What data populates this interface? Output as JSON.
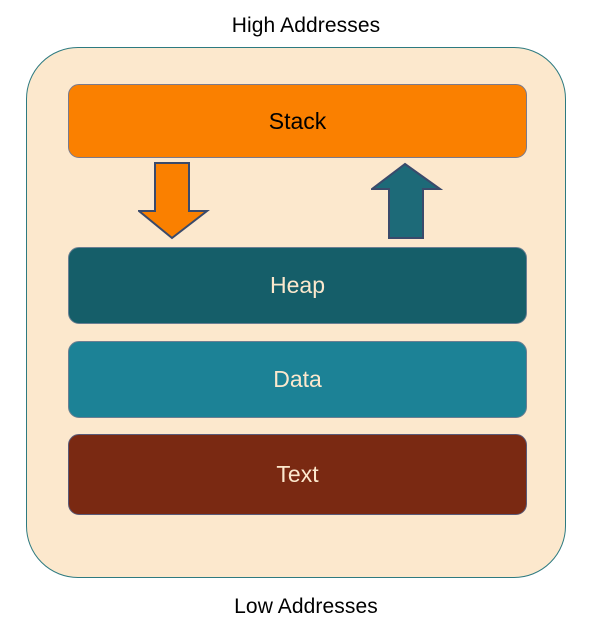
{
  "diagram": {
    "title_top": "High Addresses",
    "title_bottom": "Low Addresses",
    "segments": [
      {
        "id": "stack",
        "label": "Stack",
        "fill": "#fa8000",
        "text_color": "#000000"
      },
      {
        "id": "heap",
        "label": "Heap",
        "fill": "#155e69",
        "text_color": "#fce8cd"
      },
      {
        "id": "data",
        "label": "Data",
        "fill": "#1c8296",
        "text_color": "#fce8cd"
      },
      {
        "id": "text",
        "label": "Text",
        "fill": "#7a2912",
        "text_color": "#fce8cd"
      }
    ],
    "arrows": [
      {
        "id": "stack-grows-down",
        "direction": "down",
        "color": "#fa8000",
        "stroke": "#3a4a6b"
      },
      {
        "id": "heap-grows-up",
        "direction": "up",
        "color": "#1d6a78",
        "stroke": "#3a4a6b"
      }
    ],
    "container": {
      "fill": "#fce8cd",
      "border_color": "#2d7a80"
    }
  }
}
